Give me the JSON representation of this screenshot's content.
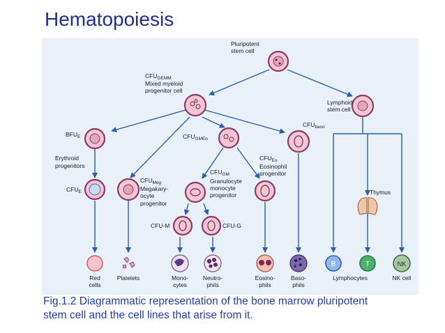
{
  "slide": {
    "title": "Hematopoiesis",
    "caption_line1": "Fig.1.2 Diagrammatic representation of the bone marrow pluripotent",
    "caption_line2": "stem cell and the cell lines that arise from it."
  },
  "diagram": {
    "pluripotent_l1": "Pluripotent",
    "pluripotent_l2": "stem cell",
    "cfugemm_main": "CFU",
    "cfugemm_sub": "GEMM",
    "cfugemm_l2": "Mixed myeloid",
    "cfugemm_l3": "progenitor cell",
    "lymphoid_l1": "Lymphoid",
    "lymphoid_l2": "stem cell",
    "bfue_main": "BFU",
    "bfue_sub": "E",
    "cfugmeo_main": "CFU",
    "cfugmeo_sub": "GMEo",
    "cfubaso_main": "CFU",
    "cfubaso_sub": "baso",
    "erythroid_l1": "Erythroid",
    "erythroid_l2": "progenitors",
    "cfueo_main": "CFU",
    "cfueo_sub": "Eo",
    "cfueo_l2": "Eosinophil",
    "cfueo_l3": "progenitor",
    "cfugm_main": "CFU",
    "cfugm_sub": "GM",
    "cfugm_l2": "Granulocyte",
    "cfugm_l3": "monocyte",
    "cfugm_l4": "progenitor",
    "cfumeg_main": "CFU",
    "cfumeg_sub": "Meg",
    "cfumeg_l2": "Megakary-",
    "cfumeg_l3": "ocyte",
    "cfumeg_l4": "progenitor",
    "cfue_main": "CFU",
    "cfue_sub": "E",
    "thymus": "Thymus",
    "cfum": "CFU-M",
    "cfug": "CFU-G",
    "b_cell": "B",
    "t_cell": "T",
    "nk_cell": "NK",
    "red_cells_l1": "Red",
    "red_cells_l2": "cells",
    "platelets": "Platelets",
    "monocytes_l1": "Mono-",
    "monocytes_l2": "cytes",
    "neutrophils_l1": "Neutro-",
    "neutrophils_l2": "phils",
    "eosinophils_l1": "Eosino-",
    "eosinophils_l2": "phils",
    "basophils_l1": "Baso-",
    "basophils_l2": "phils",
    "lymphocytes": "Lymphocytes",
    "nk_cell_label": "NK cell"
  },
  "colors": {
    "title": "#1f2f8f",
    "caption": "#1f3fb0",
    "panel": "#e8f1f8",
    "arrow": "#2e5ea8",
    "cell_outline": "#8c3a6a",
    "cell_fill": "#f4c6d2"
  }
}
